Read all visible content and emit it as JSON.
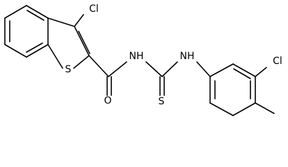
{
  "molecule": {
    "atom_labels": {
      "cl_benzothiophene": "Cl",
      "sulfur_ring": "S",
      "oxygen_carbonyl": "O",
      "nh_amide": "NH",
      "nh_aryl": "NH",
      "sulfur_thione": "S",
      "cl_phenyl": "Cl"
    }
  }
}
